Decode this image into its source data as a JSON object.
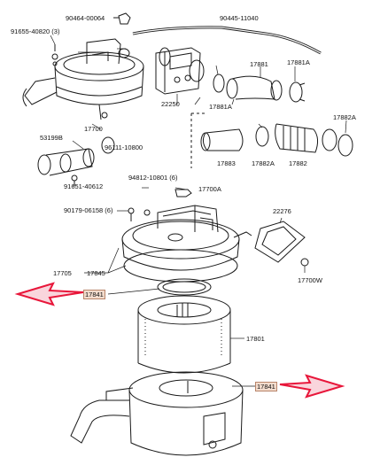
{
  "parts": {
    "p90464": "90464-00064",
    "p90445": "90445-11040",
    "p91655": "91655-40820 (3)",
    "p17881a_top": "17881A",
    "p17881": "17881",
    "p22250": "22250",
    "p17881a_mid": "17881A",
    "p17700": "17700",
    "p53199b": "53199B",
    "p96111": "96111-10800",
    "p91651": "91651-40612",
    "p17882a_top": "17882A",
    "p17883": "17883",
    "p17882a_bot": "17882A",
    "p17882": "17882",
    "p94812": "94812-10801 (6)",
    "p17700a": "17700A",
    "p90179": "90179-06158 (6)",
    "p22276": "22276",
    "p17705": "17705",
    "p17845": "17845",
    "p17700w": "17700W",
    "p17841_left": "17841",
    "p17801": "17801",
    "p17841_right": "17841"
  },
  "colors": {
    "line": "#1a1a1a",
    "arrow": "#e8163a",
    "highlight_bg": "#f3dccd"
  }
}
